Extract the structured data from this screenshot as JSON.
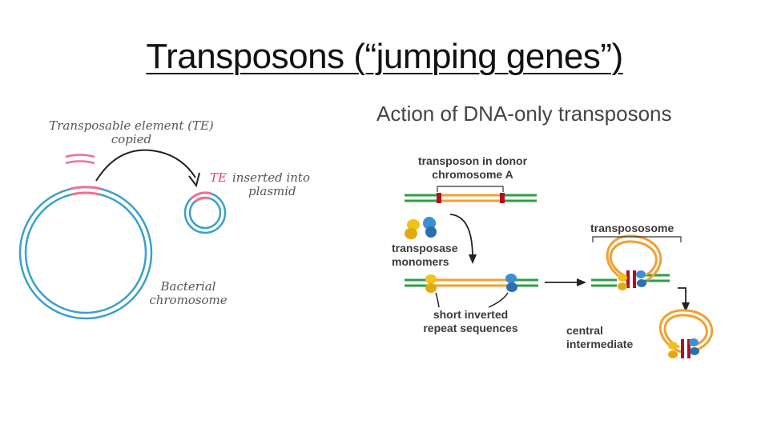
{
  "title": "Transposons (“jumping genes”)",
  "left_diagram": {
    "te_label": [
      "Transposable element (TE)",
      "copied"
    ],
    "te_inserted_label_prefix": "TE",
    "te_inserted_label": [
      "inserted into",
      "plasmid"
    ],
    "chromosome_label": [
      "Bacterial",
      "chromosome"
    ],
    "colors": {
      "chromosome": "#3aa0c9",
      "te": "#f07090",
      "arrow": "#222222"
    }
  },
  "right_diagram": {
    "title": "Action of DNA-only transposons",
    "labels": {
      "donor": [
        "transposon in donor",
        "chromosome A"
      ],
      "monomers": [
        "transposase",
        "monomers"
      ],
      "repeats": [
        "short inverted",
        "repeat sequences"
      ],
      "transpososome": "transpososome",
      "central": [
        "central",
        "intermediate"
      ]
    },
    "colors": {
      "dna_flank": "#2e9e46",
      "transposon": "#f0a030",
      "repeat": "#b01020",
      "monomer_yellow": "#f2c21a",
      "monomer_blue": "#3d8fd0",
      "arrow": "#222222"
    }
  }
}
